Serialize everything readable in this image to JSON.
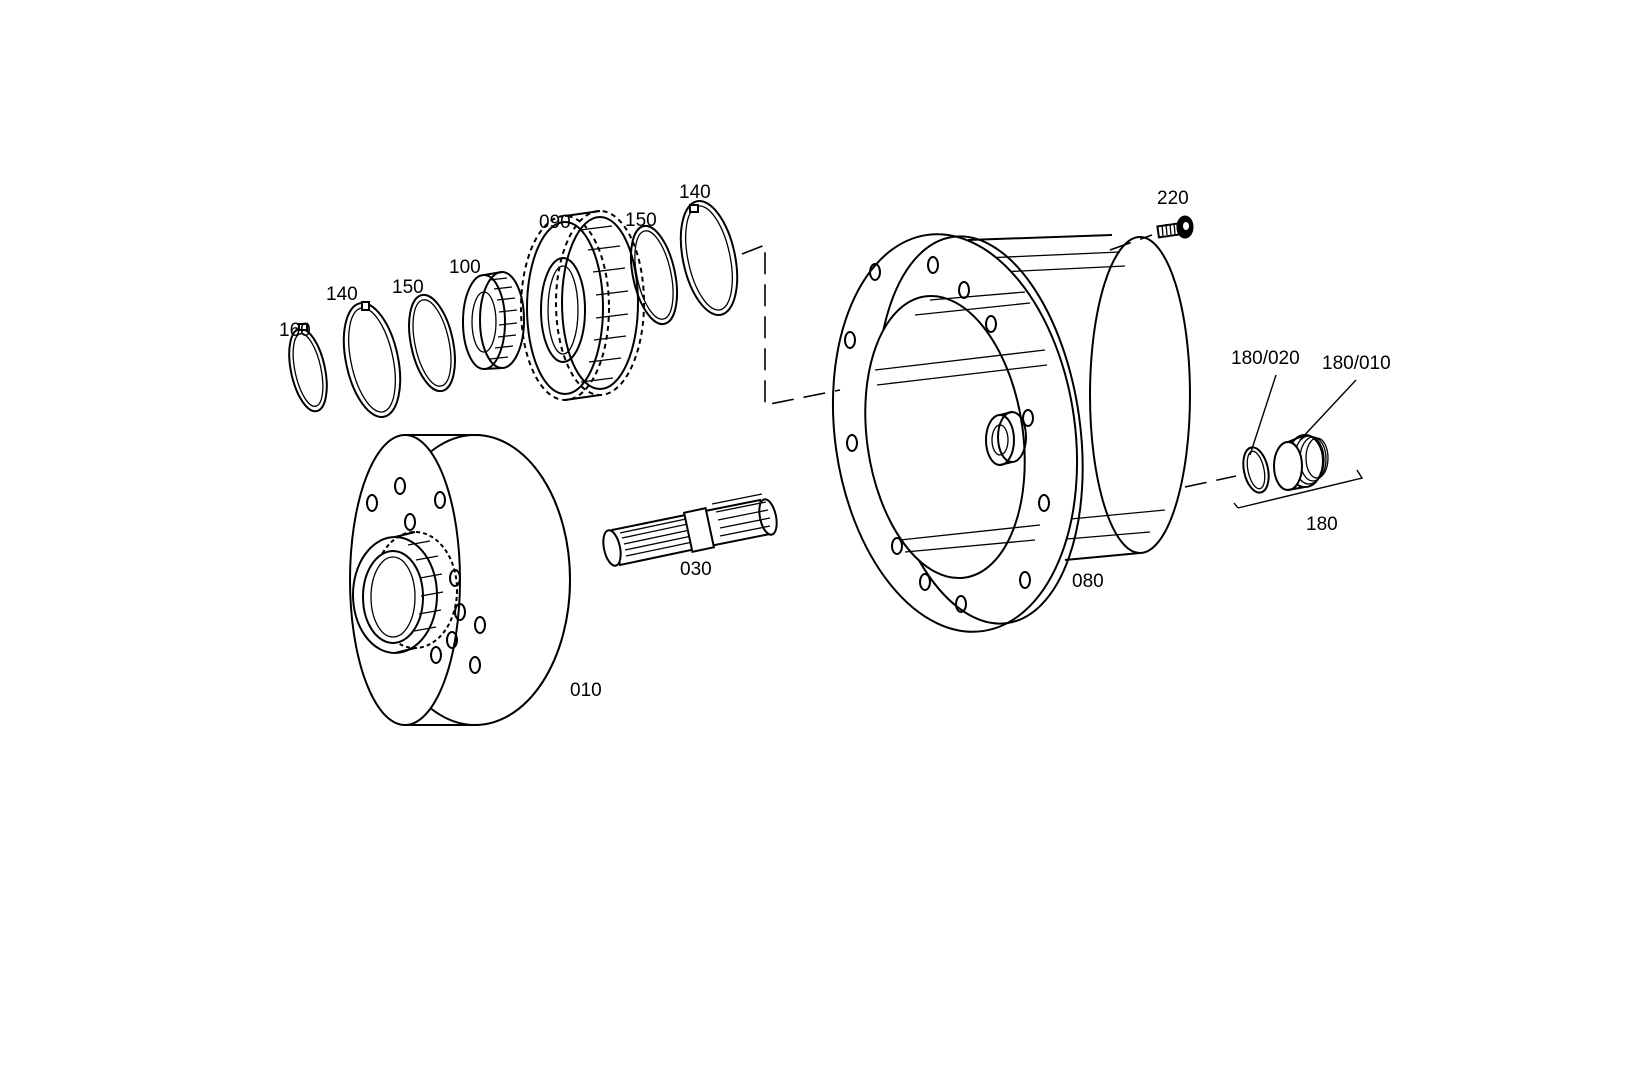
{
  "labels": {
    "p160": "160",
    "p140a": "140",
    "p150a": "150",
    "p100": "100",
    "p090": "090",
    "p150b": "150",
    "p140b": "140",
    "p220": "220",
    "p180_020": "180/020",
    "p180_010": "180/010",
    "p180": "180",
    "p030": "030",
    "p010": "010",
    "p080": "080"
  }
}
